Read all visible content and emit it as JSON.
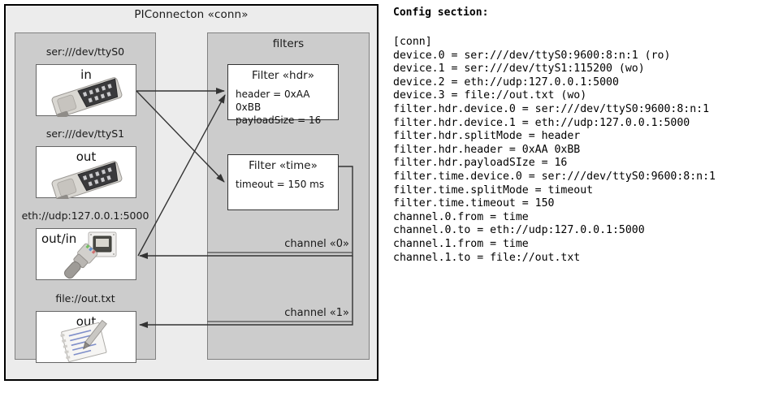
{
  "diagram": {
    "title": "PIConnecton «conn»",
    "devices_panel": {
      "devices": [
        {
          "caption": "ser:///dev/ttyS0",
          "label": "in",
          "icon": "serial-port-icon"
        },
        {
          "caption": "ser:///dev/ttyS1",
          "label": "out",
          "icon": "serial-port-icon"
        },
        {
          "caption": "eth://udp:127.0.0.1:5000",
          "label": "out/in",
          "icon": "ethernet-jack-icon"
        },
        {
          "caption": "file://out.txt",
          "label": "out",
          "icon": "notepad-pencil-icon"
        }
      ]
    },
    "filters_panel": {
      "title": "filters",
      "filters": [
        {
          "title": "Filter «hdr»",
          "props": [
            "header = 0xAA 0xBB",
            "payloadSize = 16"
          ]
        },
        {
          "title": "Filter «time»",
          "props": [
            "timeout = 150 ms"
          ]
        }
      ],
      "channels": [
        {
          "label": "channel «0»"
        },
        {
          "label": "channel «1»"
        }
      ]
    }
  },
  "config": {
    "heading": "Config section:",
    "text": "[conn]\ndevice.0 = ser:///dev/ttyS0:9600:8:n:1 (ro)\ndevice.1 = ser:///dev/ttyS1:115200 (wo)\ndevice.2 = eth://udp:127.0.0.1:5000\ndevice.3 = file://out.txt (wo)\nfilter.hdr.device.0 = ser:///dev/ttyS0:9600:8:n:1\nfilter.hdr.device.1 = eth://udp:127.0.0.1:5000\nfilter.hdr.splitMode = header\nfilter.hdr.header = 0xAA 0xBB\nfilter.hdr.payloadSIze = 16\nfilter.time.device.0 = ser:///dev/ttyS0:9600:8:n:1\nfilter.time.splitMode = timeout\nfilter.time.timeout = 150\nchannel.0.from = time\nchannel.0.to = eth://udp:127.0.0.1:5000\nchannel.1.from = time\nchannel.1.to = file://out.txt"
  },
  "colors": {
    "page_background": "#ffffff",
    "frame_background": "#ececec",
    "panel_background": "#cccccc",
    "box_background": "#ffffff",
    "frame_border": "#000000",
    "panel_border": "#808080",
    "text": "#1a1a1a",
    "arrow": "#333333"
  }
}
